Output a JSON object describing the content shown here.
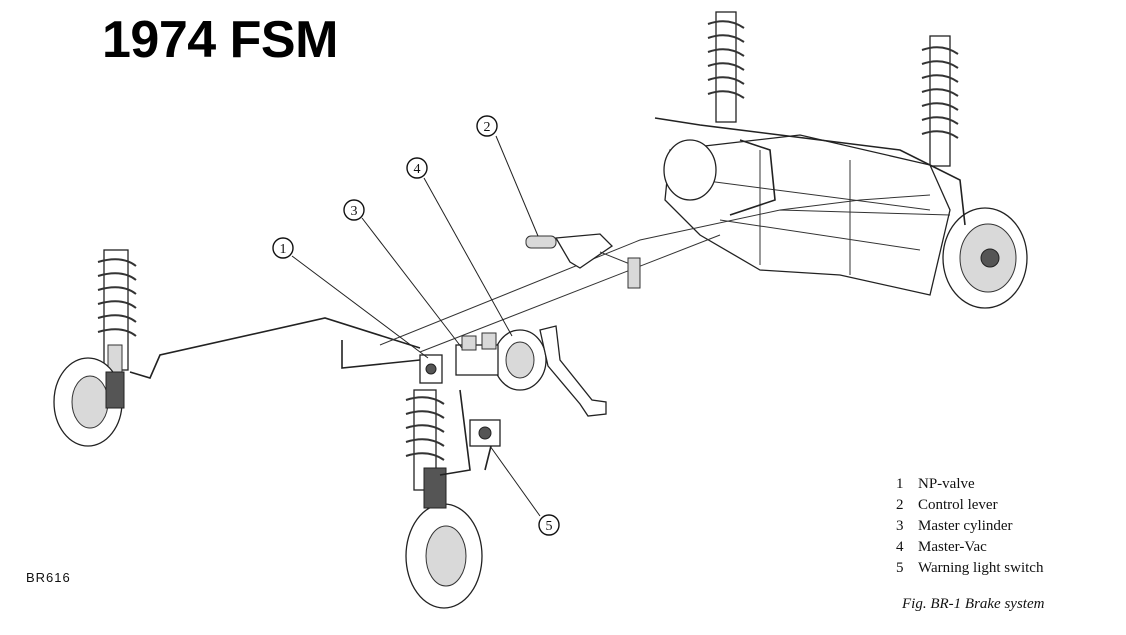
{
  "title": "1974 FSM",
  "drawing_code": "BR616",
  "figure_caption": "Fig. BR-1  Brake system",
  "callouts": [
    {
      "n": "1"
    },
    {
      "n": "2"
    },
    {
      "n": "3"
    },
    {
      "n": "4"
    },
    {
      "n": "5"
    }
  ],
  "legend": [
    {
      "num": "1",
      "label": "NP-valve"
    },
    {
      "num": "2",
      "label": "Control lever"
    },
    {
      "num": "3",
      "label": "Master cylinder"
    },
    {
      "num": "4",
      "label": "Master-Vac"
    },
    {
      "num": "5",
      "label": "Warning light switch"
    }
  ]
}
